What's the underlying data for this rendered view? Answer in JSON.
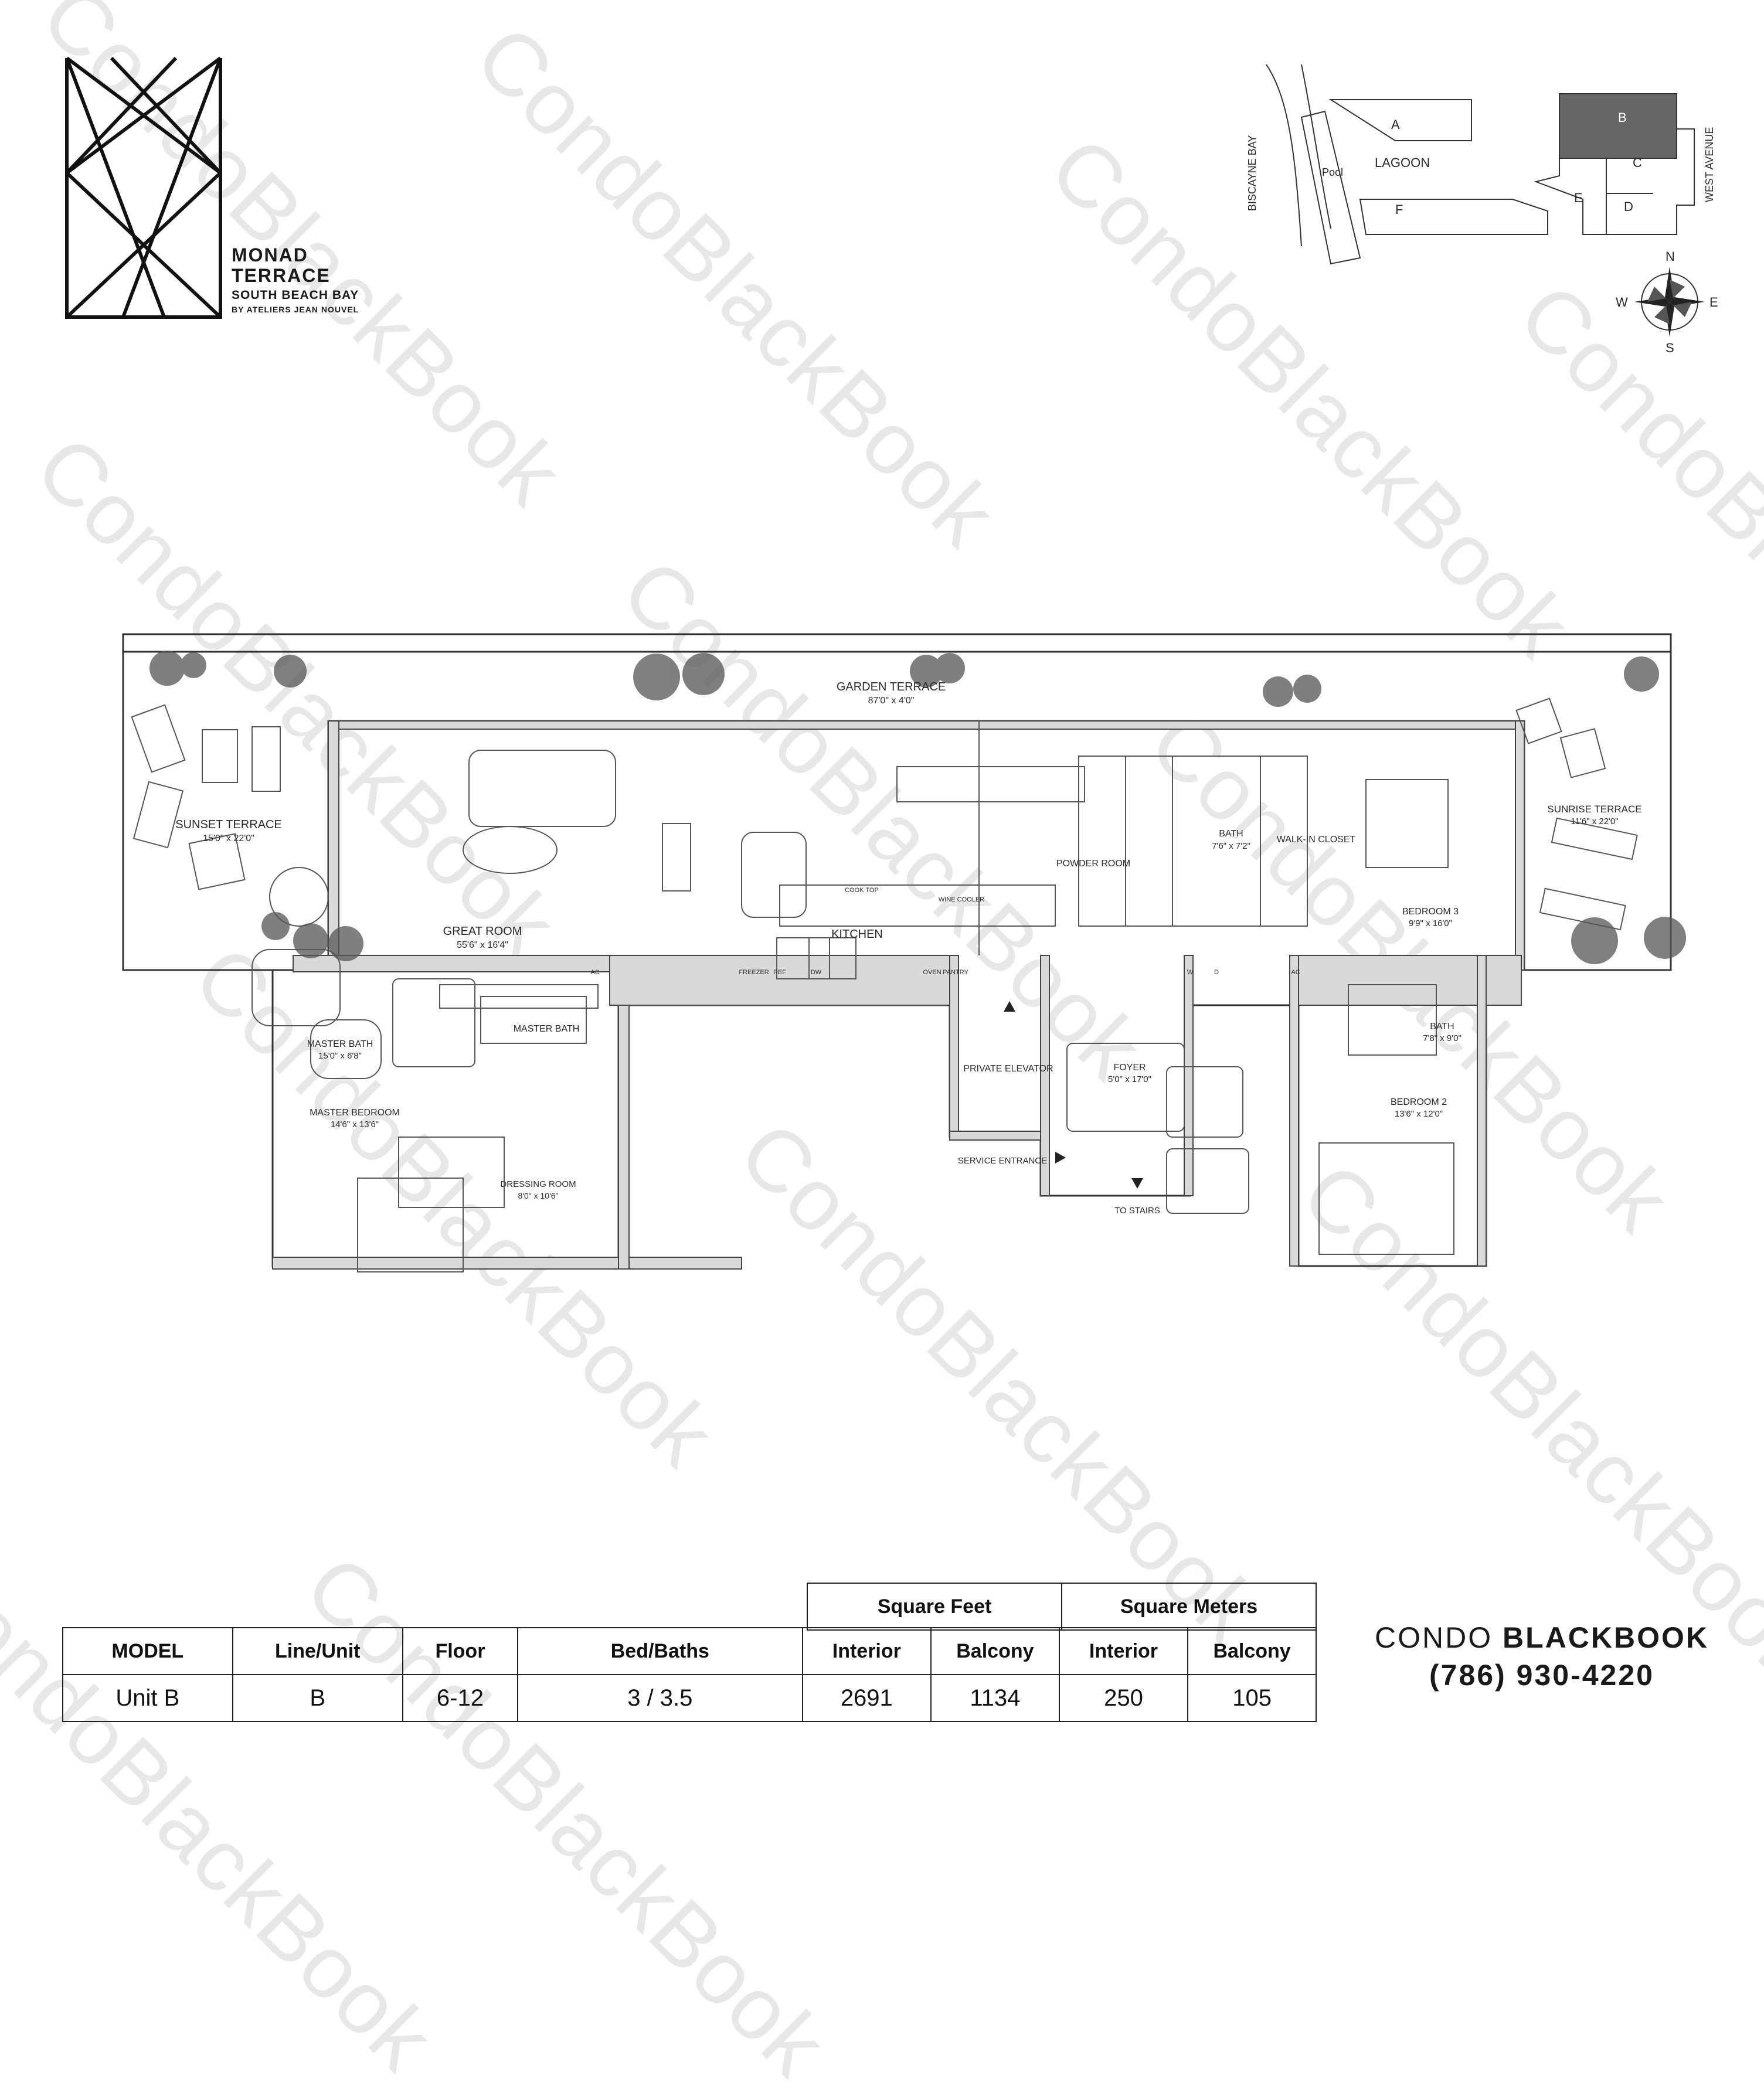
{
  "logo": {
    "name_line1": "MONAD",
    "name_line2": "TERRACE",
    "subtitle": "SOUTH BEACH BAY",
    "byline": "BY ATELIERS JEAN NOUVEL"
  },
  "site_plan": {
    "biscayne_bay": "BISCAYNE BAY",
    "west_avenue": "WEST AVENUE",
    "pool": "Pool",
    "lagoon": "LAGOON",
    "buildings": [
      "A",
      "B",
      "C",
      "D",
      "E",
      "F"
    ],
    "highlighted_building": "B",
    "compass": {
      "n": "N",
      "s": "S",
      "e": "E",
      "w": "W"
    }
  },
  "floor_plan": {
    "rooms": {
      "garden_terrace": {
        "name": "GARDEN TERRACE",
        "dims": "87'0\" x 4'0\""
      },
      "sunset_terrace": {
        "name": "SUNSET TERRACE",
        "dims": "15'0\" x 22'0\""
      },
      "great_room": {
        "name": "GREAT ROOM",
        "dims": "55'6\" x 16'4\""
      },
      "kitchen": {
        "name": "KITCHEN"
      },
      "powder_room": {
        "name": "POWDER ROOM"
      },
      "bath_upper": {
        "name": "BATH",
        "dims": "7'6\" x 7'2\""
      },
      "walk_in_closet": {
        "name": "WALK-IN CLOSET"
      },
      "bedroom_3": {
        "name": "BEDROOM 3",
        "dims": "9'9\" x 16'0\""
      },
      "sunrise_terrace": {
        "name": "SUNRISE TERRACE",
        "dims": "11'6\" x 22'0\""
      },
      "master_bath_left": {
        "name": "MASTER BATH",
        "dims": "15'0\" x 6'8\""
      },
      "master_bath_right": {
        "name": "MASTER BATH"
      },
      "master_bedroom": {
        "name": "MASTER BEDROOM",
        "dims": "14'6\" x 13'6\""
      },
      "dressing_room": {
        "name": "DRESSING ROOM",
        "dims": "8'0\" x 10'6\""
      },
      "private_elevator": {
        "name": "PRIVATE ELEVATOR"
      },
      "foyer": {
        "name": "FOYER",
        "dims": "5'0\" x 17'0\""
      },
      "service_entrance": {
        "name": "SERVICE ENTRANCE"
      },
      "to_stairs": {
        "name": "TO STAIRS"
      },
      "bath_lower": {
        "name": "BATH",
        "dims": "7'8\" x 9'0\""
      },
      "bedroom_2": {
        "name": "BEDROOM 2",
        "dims": "13'6\" x 12'0\""
      }
    },
    "fixtures": {
      "cooktop": "COOK TOP",
      "wine_cooler": "WINE COOLER",
      "freezer": "FREEZER",
      "ref": "REF",
      "dw": "DW",
      "oven": "OVEN",
      "pantry": "PANTRY",
      "ac": "AC",
      "w": "W",
      "d": "D"
    }
  },
  "spec_table": {
    "group_headers": {
      "square_feet": "Square Feet",
      "square_meters": "Square Meters"
    },
    "headers": [
      "MODEL",
      "Line/Unit",
      "Floor",
      "Bed/Baths",
      "Interior",
      "Balcony",
      "Interior",
      "Balcony"
    ],
    "row": [
      "Unit B",
      "B",
      "6-12",
      "3 / 3.5",
      "2691",
      "1134",
      "250",
      "105"
    ]
  },
  "contact": {
    "brand_light": "CONDO",
    "brand_bold": "BLACKBOOK",
    "phone": "(786) 930-4220"
  },
  "watermark": "CondoBlackBook"
}
